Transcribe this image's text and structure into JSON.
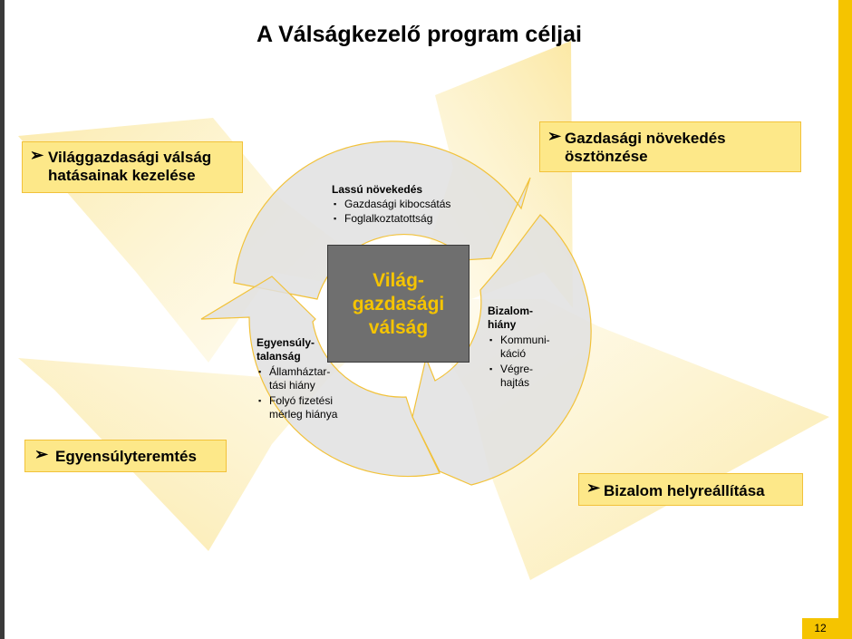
{
  "title": "A Válságkezelő program céljai",
  "center": {
    "line1": "Világ-",
    "line2": "gazdasági",
    "line3": "válság"
  },
  "goals": {
    "top_left": {
      "line1": "Világgazdasági válság",
      "line2": "hatásainak kezelése"
    },
    "top_right": {
      "line1": "Gazdasági növekedés",
      "line2": "ösztönzése"
    },
    "bottom_left": {
      "line1": "Egyensúlyteremtés"
    },
    "bottom_right": {
      "line1": "Bizalom helyreállítása"
    }
  },
  "segments": {
    "top": {
      "title": "Lassú növekedés",
      "items": [
        "Gazdasági kibocsátás",
        "Foglalkoztatottság"
      ]
    },
    "right": {
      "title_line1": "Bizalom-",
      "title_line2": "hiány",
      "item1_line1": "Kommuni-",
      "item1_line2": "káció",
      "item2_line1": "Végre-",
      "item2_line2": "hajtás"
    },
    "left": {
      "title_line1": "Egyensúly-",
      "title_line2": "talanság",
      "item1_line1": "Államháztar-",
      "item1_line2": "tási hiány",
      "item2_line1": "Folyó fizetési",
      "item2_line2": "mérleg hiánya"
    }
  },
  "bullet_glyph": "▪",
  "arrow_glyph": "➢",
  "page_number": "12",
  "colors": {
    "accent": "#f5c400",
    "goal_fill": "#fde889",
    "ray_fill": "#fbeaa0",
    "cycle_fill": "#e1e1e1",
    "center_fill": "#6f6f6f"
  }
}
